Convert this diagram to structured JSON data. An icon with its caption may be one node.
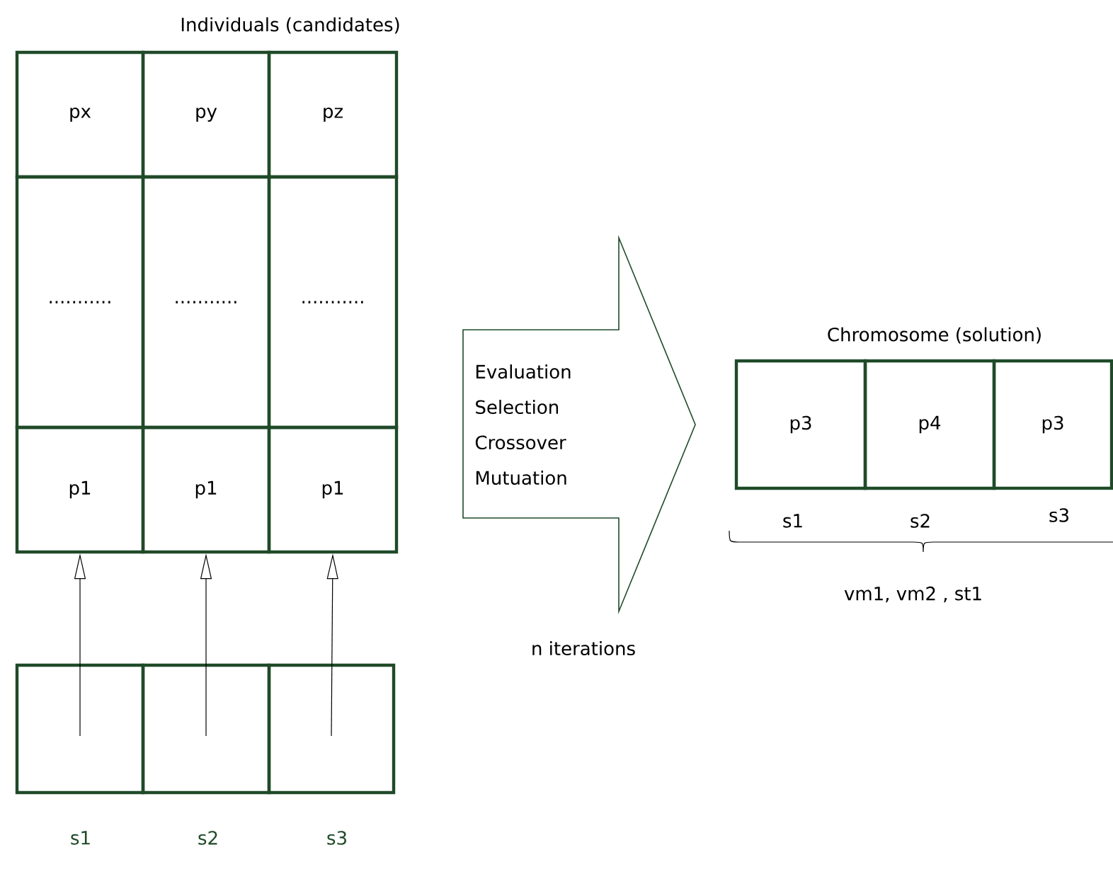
{
  "diagram": {
    "nodes": [
      {
        "text": [
          "px"
        ]
      },
      {
        "text": [
          "py"
        ]
      },
      {
        "text": [
          "pz"
        ]
      },
      {
        "text": [
          "..........."
        ]
      },
      {
        "text": [
          "..........."
        ]
      },
      {
        "text": [
          "..........."
        ]
      },
      {
        "text": [
          "p1"
        ]
      },
      {
        "text": [
          "p1"
        ]
      },
      {
        "text": [
          "p1"
        ]
      },
      {
        "text": [
          "Evaluation",
          "Selection",
          "Crossover",
          "Mutuation"
        ]
      },
      {
        "text": [
          "p3"
        ]
      },
      {
        "text": [
          "p4"
        ]
      },
      {
        "text": [
          "p3"
        ]
      },
      {
        "text": [],
        "shape": "box"
      },
      {
        "text": [],
        "shape": "box"
      },
      {
        "text": [],
        "shape": "box"
      }
    ],
    "edges": [
      {
        "from": 13,
        "to": 6,
        "arrow": "to"
      },
      {
        "from": 14,
        "to": 7,
        "arrow": "to"
      },
      {
        "from": 15,
        "to": 8,
        "arrow": "to"
      }
    ],
    "labels": [
      "Individuals  (candidates)",
      "Chromosome (solution)",
      "s1",
      "s2",
      "s3",
      "vm1,  vm2 ,  st1",
      "s1",
      "s2",
      "s3",
      "n iterations"
    ]
  }
}
